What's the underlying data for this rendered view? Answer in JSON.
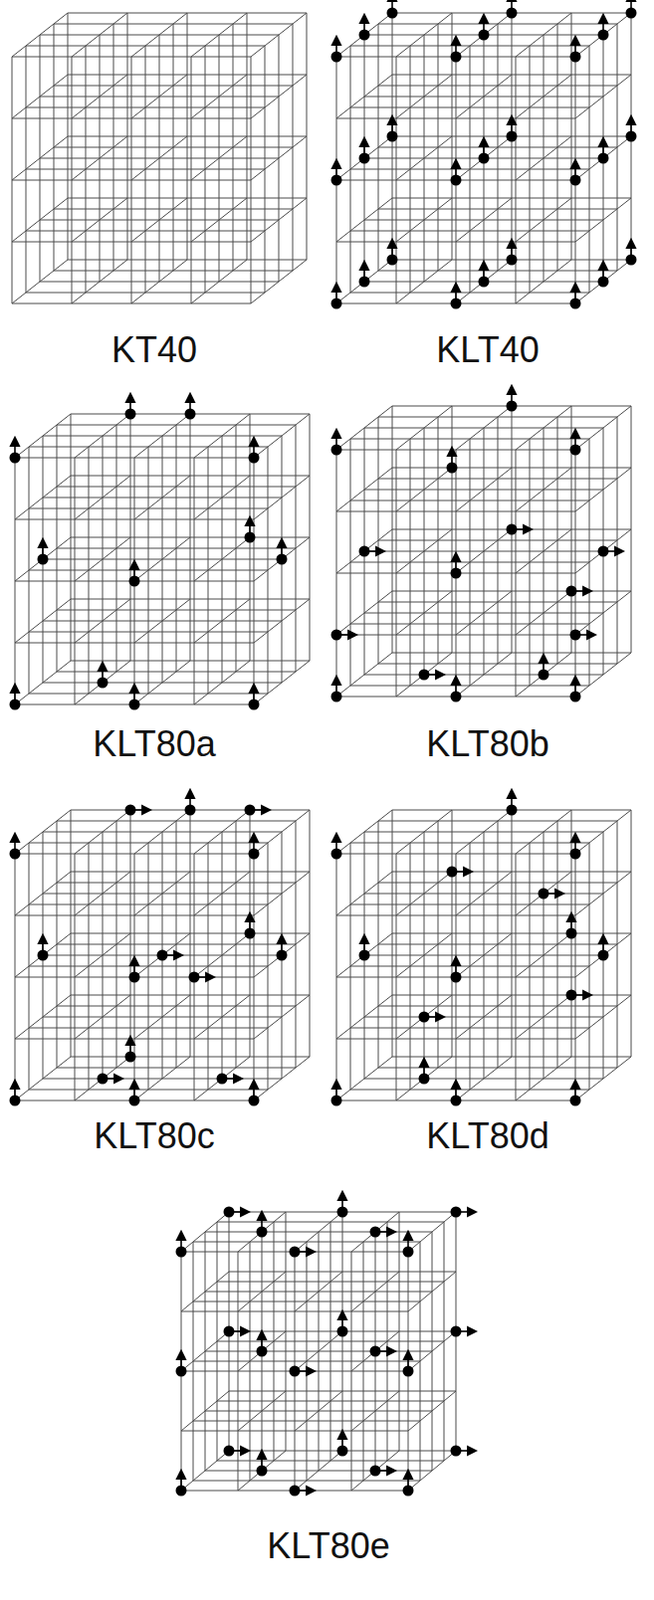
{
  "diagram": {
    "labels": [
      "KT40",
      "KLT40",
      "KLT80a",
      "KLT80b",
      "KLT80c",
      "KLT80d",
      "KLT80e"
    ]
  }
}
